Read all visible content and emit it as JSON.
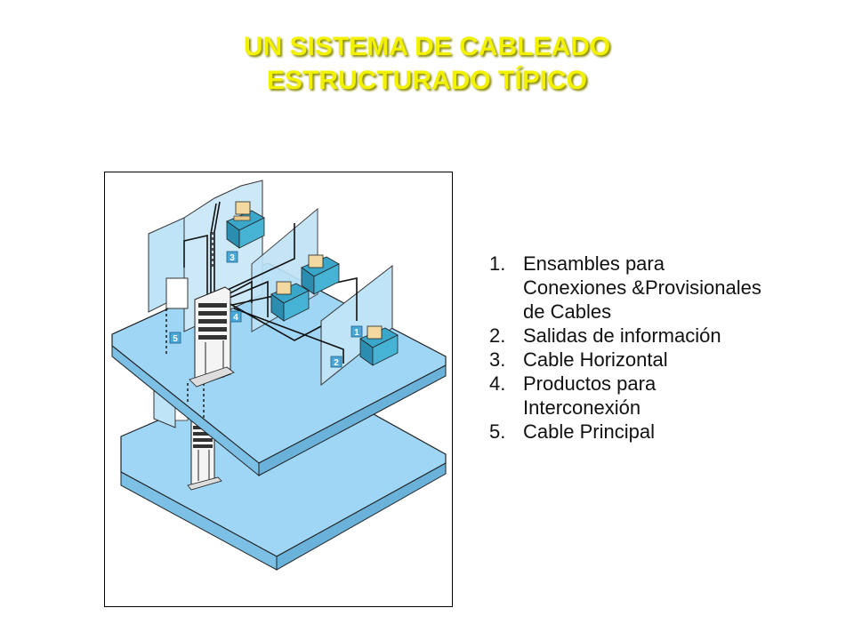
{
  "title": {
    "line1": "UN SISTEMA DE CABLEADO",
    "line2": "ESTRUCTURADO TÍPICO"
  },
  "diagram": {
    "markers": [
      "1",
      "2",
      "3",
      "4",
      "5"
    ]
  },
  "legend": {
    "items": [
      {
        "number": "1.",
        "text": "Ensambles para Conexiones &Provisionales de Cables"
      },
      {
        "number": "2.",
        "text": "Salidas de información"
      },
      {
        "number": "3.",
        "text": "Cable Horizontal"
      },
      {
        "number": "4.",
        "text": "Productos para Interconexión"
      },
      {
        "number": "5.",
        "text": "Cable Principal"
      }
    ]
  },
  "colors": {
    "title": "#f2f200",
    "floor": "#9fd6f5",
    "marker": "#4aa8d8"
  }
}
